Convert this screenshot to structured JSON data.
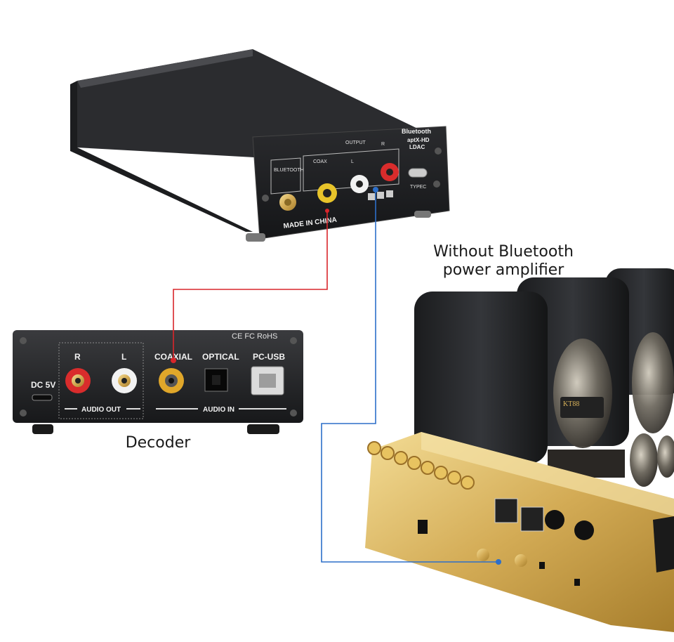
{
  "captions": {
    "amp_title_line1": "Without Bluetooth",
    "amp_title_line2": "power amplifier",
    "decoder_label": "Decoder"
  },
  "receiver": {
    "bluetooth": "BLUETOOTH",
    "coax": "COAX",
    "output": "OUTPUT",
    "left": "L",
    "right": "R",
    "brand_line1": "Bluetooth",
    "brand_line2": "aptX-HD",
    "brand_line3": "LDAC",
    "typec": "TYPEC",
    "made_in": "MADE IN CHINA"
  },
  "decoder": {
    "dc": "DC 5V",
    "right": "R",
    "left": "L",
    "coaxial": "COAXIAL",
    "optical": "OPTICAL",
    "pcusb": "PC-USB",
    "audio_out": "AUDIO OUT",
    "audio_in": "AUDIO IN",
    "cert": "CE FC RoHS"
  },
  "amplifier": {
    "tube_label": "KT88"
  },
  "colors": {
    "coax_cable": "#d9262b",
    "analog_cable": "#2d6fc9",
    "chassis": "#1e1f21",
    "gold": "#d8b25a"
  }
}
